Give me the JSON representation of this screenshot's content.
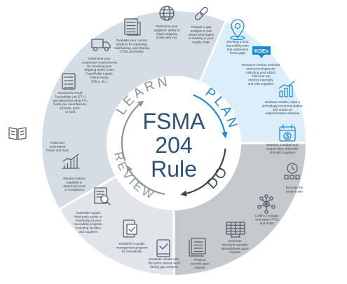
{
  "center": {
    "lines": [
      "FSMA",
      "204",
      "Rule"
    ]
  },
  "colors": {
    "learn": "#d4dce4",
    "plan": "#dceefa",
    "do": "#c6c9cc",
    "review": "#e1e5e9",
    "divider": "#ffffff",
    "center_text": "#2e5077",
    "phase_gray": "#8a949e",
    "phase_blue": "#1f8ad0",
    "phase_dark": "#3a4450",
    "text": "#34414f",
    "icon": "#55606b",
    "icon_blue": "#1f8ad0"
  },
  "phases": [
    {
      "id": "learn",
      "label": "LEARN"
    },
    {
      "id": "plan",
      "label": "PLAN"
    },
    {
      "id": "do",
      "label": "DO"
    },
    {
      "id": "review",
      "label": "REVIEW"
    }
  ],
  "steps": {
    "learn": [
      {
        "icon": "book-icon",
        "lines": [
          "Read and",
          "understand",
          "FSMA 204 Rule"
        ]
      },
      {
        "icon": "list-icon",
        "lines": [
          "Review the Food",
          "Traceability List (FTL)",
          "and determine what FTL",
          "foods you manufacture,",
          "process, pack,",
          "or hold"
        ]
      },
      {
        "icon": "truck-icon",
        "lines": [
          "Determine your",
          "customers' requirements",
          "for receiving your",
          "shipping KDEs (ASN,",
          "Case/Pallet Labels,",
          "Online Portal,",
          "BOLs, etc.)"
        ]
      },
      {
        "icon": "document-icon",
        "lines": [
          "Evaluate your current",
          "systems for capturing,",
          "maintaining, and sharing",
          "CTEs and KDEs"
        ]
      },
      {
        "icon": "globe-icon",
        "lines": [
          "Determine your",
          "suppliers' ability to",
          "share shipping",
          "KDEs with you"
        ]
      },
      {
        "icon": "chain-icon",
        "lines": [
          "Prepare a gap",
          "analysis to see",
          "where information",
          "is missing in your",
          "supply chain"
        ]
      }
    ],
    "plan": [
      {
        "icon": "location-pin-icon",
        "lines": [
          "Develop a food",
          "traceability plan",
          "that addresses",
          "these gaps"
        ]
      },
      {
        "icon": "kdes-icon",
        "icon_text": "KDEs",
        "lines": [
          "Research various methods",
          "and technologies for",
          "collecting your KDEs.",
          "Pilot your top",
          "choices internally",
          "and with suppliers"
        ]
      },
      {
        "icon": "growth-chart-icon",
        "lines": [
          "Evaluate results, make a",
          "technology recommendation,",
          "and create an",
          "implementation timeline"
        ]
      },
      {
        "icon": "budget-calendar-icon",
        "lines": [
          "Develop a budget and",
          "project plan, internally",
          "and with suppliers"
        ]
      }
    ],
    "do": [
      {
        "icon": "checklist-clock-icon",
        "lines": [
          "Execute the",
          "project plan"
        ]
      },
      {
        "icon": "network-gear-icon",
        "lines": [
          "Collect, manage,",
          "and share CTEs",
          "and KDEs"
        ]
      },
      {
        "icon": "spreadsheet-icon",
        "lines": [
          "Generate",
          "electronic sortable",
          "spreadsheets upon",
          "request"
        ]
      },
      {
        "icon": "records-icon",
        "lines": [
          "Produce",
          "records upon",
          "request"
        ]
      }
    ],
    "review": [
      {
        "icon": "tablet-icon",
        "lines": [
          "Evaluate results with",
          "the same criteria used",
          "during gap analysis"
        ]
      },
      {
        "icon": "phone-document-icon",
        "lines": [
          "Establish a quality",
          "management program",
          "for traceability"
        ]
      },
      {
        "icon": "audit-search-icon",
        "lines": [
          "Schedule regular",
          "third-party audits or",
          "monitoring of your",
          "traceability program,",
          "including facilities",
          "and suppliers"
        ]
      },
      {
        "icon": "bar-chart-icon",
        "lines": [
          "Review metrics",
          "regularly to",
          "determine level",
          "of compliance"
        ]
      }
    ]
  }
}
